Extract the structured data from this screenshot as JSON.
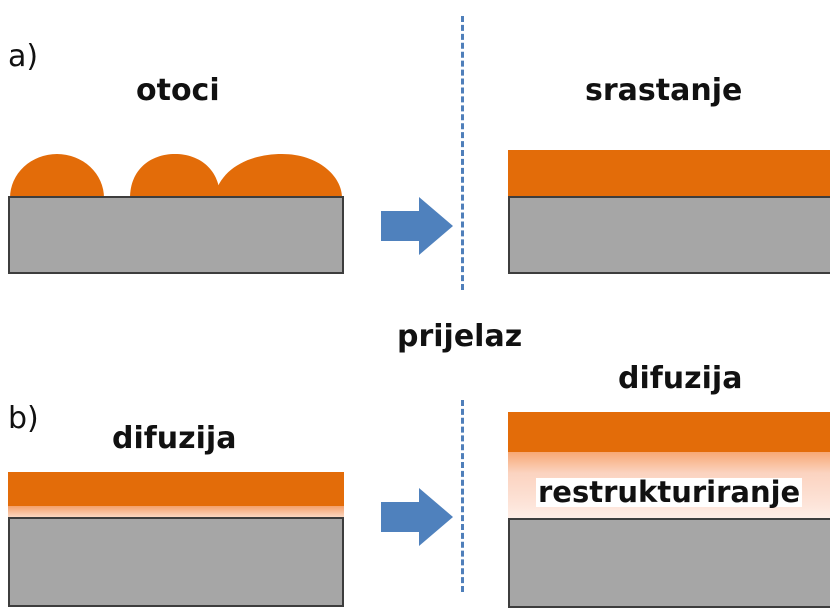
{
  "panel_a": {
    "letter": "a)",
    "left_title": "otoci",
    "right_title": "srastanje"
  },
  "middle": {
    "label": "prijelaz"
  },
  "panel_b": {
    "letter": "b)",
    "left_title": "difuzija",
    "right_title": "difuzija",
    "right_layer_label": "restrukturiranje"
  },
  "colors": {
    "film": "#e36c09",
    "substrate": "#a6a6a6",
    "substrate_border": "#3d3d3d",
    "arrow": "#4f81bd",
    "divider": "#4f7fba",
    "diffusion_glow": "#fbd3c0"
  }
}
